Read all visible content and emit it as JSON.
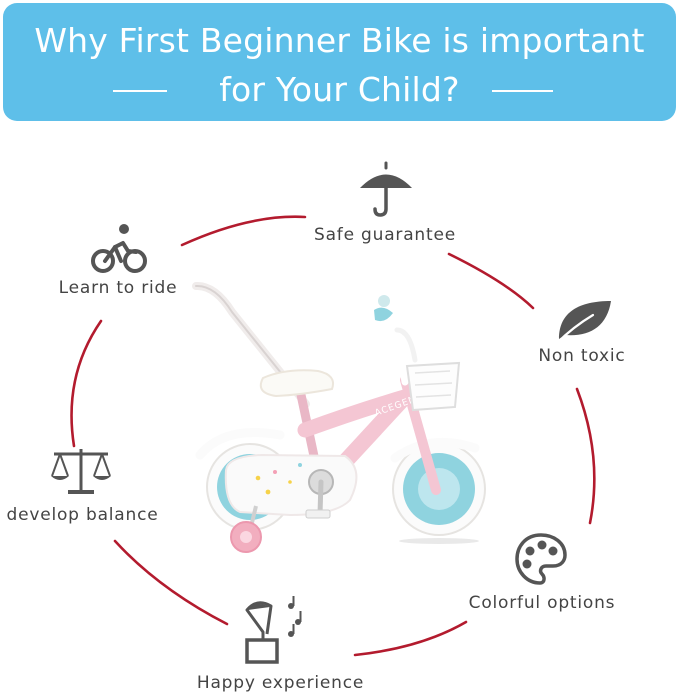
{
  "banner": {
    "line1": "Why First Beginner Bike is important",
    "line2": "for Your Child?"
  },
  "features": {
    "safe": {
      "label": "Safe guarantee",
      "icon": "umbrella-icon"
    },
    "ride": {
      "label": "Learn to ride",
      "icon": "cyclist-icon"
    },
    "toxic": {
      "label": "Non toxic",
      "icon": "leaf-icon"
    },
    "balance": {
      "label": "develop balance",
      "icon": "scales-icon"
    },
    "colorful": {
      "label": "Colorful options",
      "icon": "palette-icon"
    },
    "happy": {
      "label": "Happy experience",
      "icon": "gramophone-icon"
    }
  },
  "bike": {
    "brand_text": "ACEGEM"
  },
  "colors": {
    "banner": "#5ebfe9",
    "ring": "#b31b2e",
    "icon": "#555555",
    "text": "#444444",
    "bike_frame": "#f4c6d3",
    "bike_accent": "#8fd3df"
  }
}
